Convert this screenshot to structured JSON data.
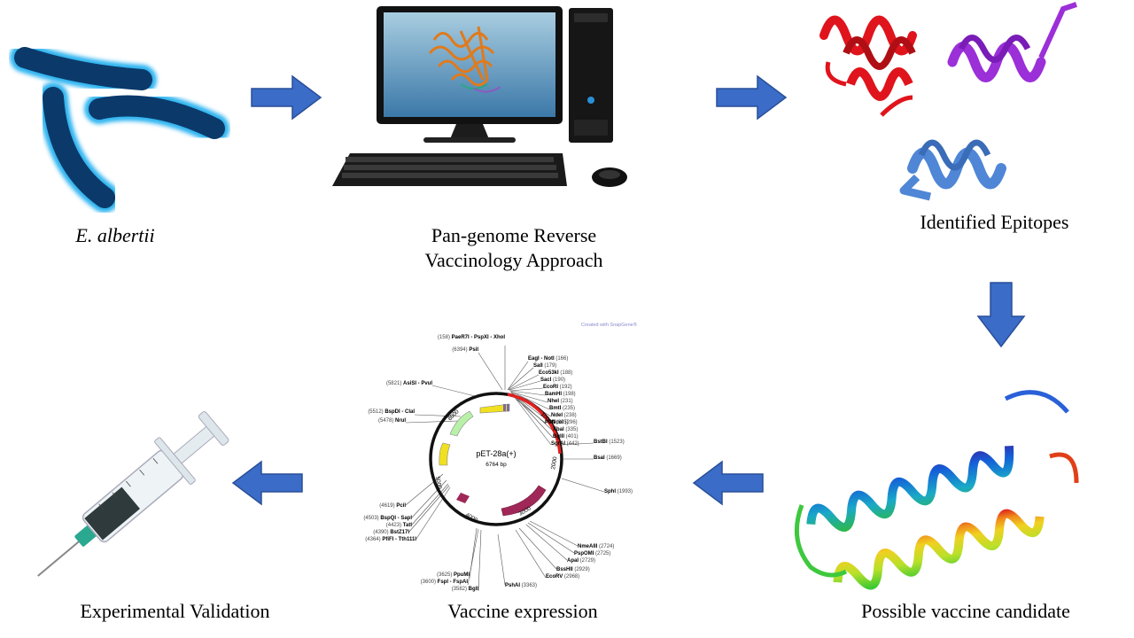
{
  "steps": {
    "organism": {
      "label": "E. albertii"
    },
    "approach": {
      "line1": "Pan-genome Reverse",
      "line2": "Vaccinology  Approach"
    },
    "epitopes": {
      "label": "Identified Epitopes"
    },
    "candidate": {
      "label": "Possible vaccine candidate"
    },
    "expression": {
      "label": "Vaccine expression"
    },
    "validation": {
      "label": "Experimental Validation"
    }
  },
  "plasmid": {
    "name": "pET-28a(+)",
    "size": "6764 bp",
    "watermark": "Created with SnapGene®",
    "ring_ticks": [
      "1000",
      "2000",
      "3000",
      "4000",
      "5000",
      "6000"
    ],
    "sites_right": [
      {
        "name": "EagI - NotI",
        "pos": "(166)"
      },
      {
        "name": "SalI",
        "pos": "(179)"
      },
      {
        "name": "Eco53kI",
        "pos": "(188)"
      },
      {
        "name": "SacI",
        "pos": "(190)"
      },
      {
        "name": "EcoRI",
        "pos": "(192)"
      },
      {
        "name": "BamHI",
        "pos": "(198)"
      },
      {
        "name": "NheI",
        "pos": "(231)"
      },
      {
        "name": "BmtI",
        "pos": "(235)"
      },
      {
        "name": "NdeI",
        "pos": "(238)"
      },
      {
        "name": "NcoI",
        "pos": "(296)"
      },
      {
        "name": "XbaI",
        "pos": "(335)"
      },
      {
        "name": "BglII",
        "pos": "(401)"
      },
      {
        "name": "SgrAI",
        "pos": "(442)"
      },
      {
        "name": "PstI",
        "pos": "(635)"
      },
      {
        "name": "BstBI",
        "pos": "(1523)"
      },
      {
        "name": "BsaI",
        "pos": "(1669)"
      },
      {
        "name": "SphI",
        "pos": "(1993)"
      },
      {
        "name": "NmeAIII",
        "pos": "(2724)"
      },
      {
        "name": "PspOMI",
        "pos": "(2725)"
      },
      {
        "name": "ApaI",
        "pos": "(2729)"
      },
      {
        "name": "BssHII",
        "pos": "(2929)"
      },
      {
        "name": "EcoRV",
        "pos": "(2968)"
      },
      {
        "name": "PshAI",
        "pos": "(3363)"
      }
    ],
    "sites_left": [
      {
        "pos": "(158)",
        "name": "PaeR7I - PspXI - XhoI"
      },
      {
        "pos": "(6394)",
        "name": "PsiI"
      },
      {
        "pos": "(5821)",
        "name": "AsiSI - PvuI"
      },
      {
        "pos": "(5512)",
        "name": "BspDI - ClaI"
      },
      {
        "pos": "(5478)",
        "name": "NruI"
      },
      {
        "pos": "(4619)",
        "name": "PciI"
      },
      {
        "pos": "(4503)",
        "name": "BspQI - SapI"
      },
      {
        "pos": "(4423)",
        "name": "TatI"
      },
      {
        "pos": "(4390)",
        "name": "BstZ17I"
      },
      {
        "pos": "(4364)",
        "name": "PfiFI - Tth111I"
      },
      {
        "pos": "(3625)",
        "name": "PpuMI"
      },
      {
        "pos": "(3600)",
        "name": "FspI - FspAI"
      },
      {
        "pos": "(3582)",
        "name": "BglI"
      }
    ]
  },
  "colors": {
    "arrow": "#3a6cc8",
    "bacteria": "#0a5fa0",
    "helix_red": "#e0141c",
    "helix_purple": "#9b2fd8",
    "helix_blue": "#4f86d6",
    "plasmid_red": "#e02020"
  }
}
